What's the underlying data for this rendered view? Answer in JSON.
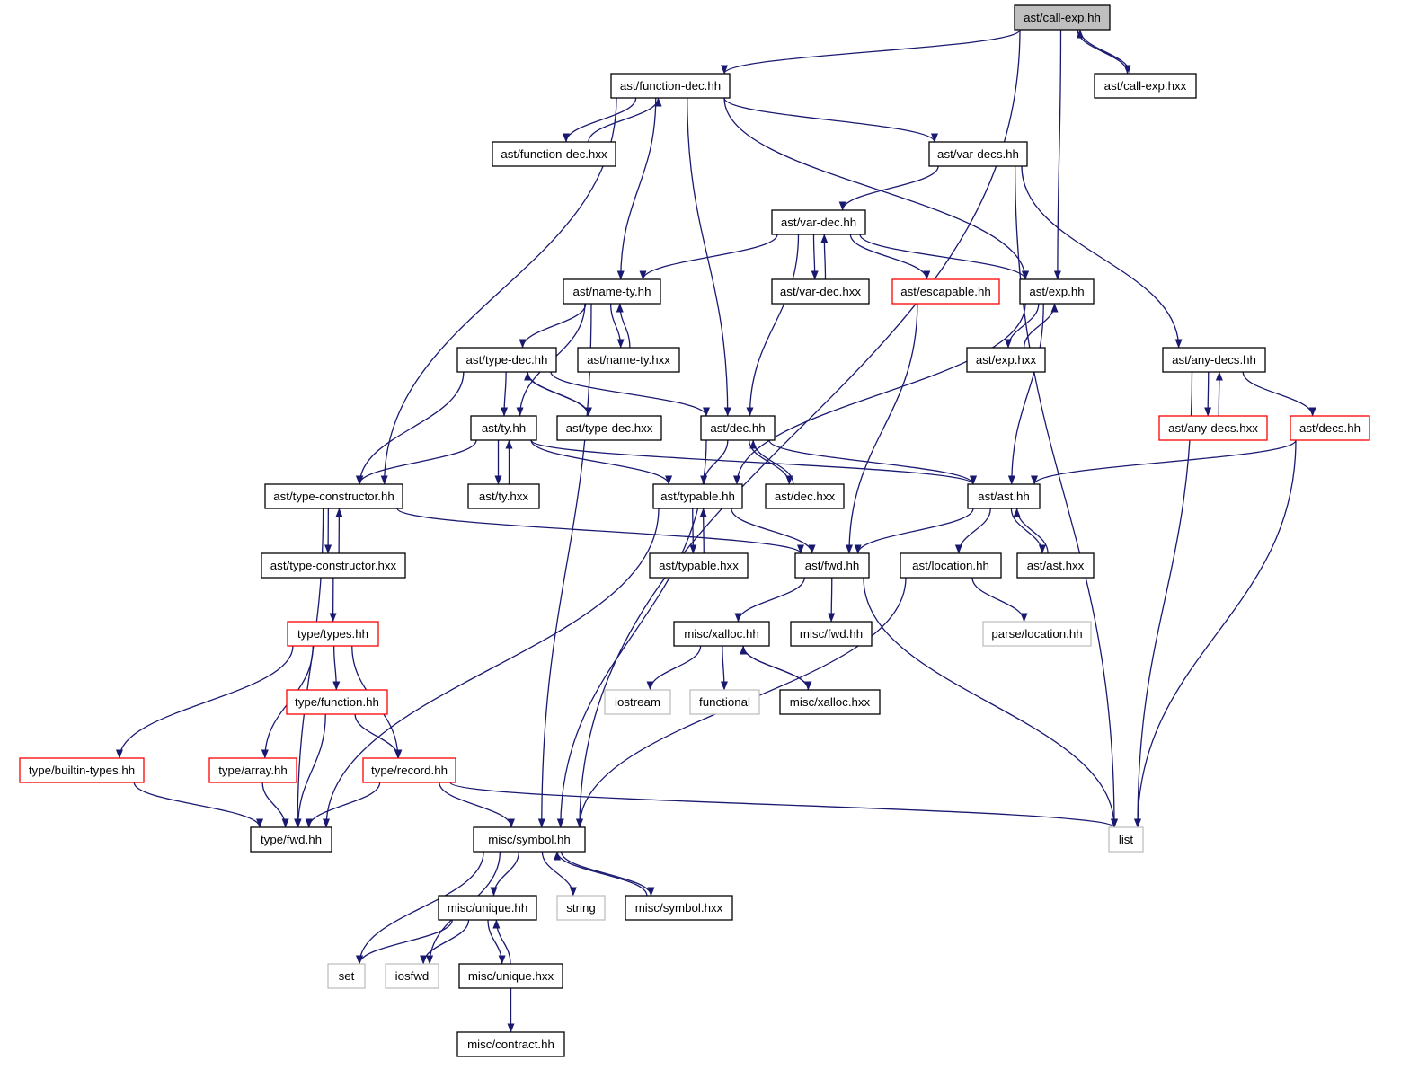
{
  "colors": {
    "edge": "#191970",
    "root_fill": "#bfbfbf",
    "node_border": "#000000",
    "truncated_border": "#ff0000",
    "external_border": "#bfbfbf",
    "text": "#000000"
  },
  "nodes": [
    {
      "id": "call_exp_hh",
      "label": "ast/call-exp.hh",
      "kind": "root"
    },
    {
      "id": "call_exp_hxx",
      "label": "ast/call-exp.hxx",
      "kind": "normal"
    },
    {
      "id": "function_dec_hh",
      "label": "ast/function-dec.hh",
      "kind": "normal"
    },
    {
      "id": "function_dec_hxx",
      "label": "ast/function-dec.hxx",
      "kind": "normal"
    },
    {
      "id": "var_decs_hh",
      "label": "ast/var-decs.hh",
      "kind": "normal"
    },
    {
      "id": "var_dec_hh",
      "label": "ast/var-dec.hh",
      "kind": "normal"
    },
    {
      "id": "name_ty_hh",
      "label": "ast/name-ty.hh",
      "kind": "normal"
    },
    {
      "id": "var_dec_hxx",
      "label": "ast/var-dec.hxx",
      "kind": "normal"
    },
    {
      "id": "escapable_hh",
      "label": "ast/escapable.hh",
      "kind": "truncated"
    },
    {
      "id": "exp_hh",
      "label": "ast/exp.hh",
      "kind": "normal"
    },
    {
      "id": "type_dec_hh",
      "label": "ast/type-dec.hh",
      "kind": "normal"
    },
    {
      "id": "name_ty_hxx",
      "label": "ast/name-ty.hxx",
      "kind": "normal"
    },
    {
      "id": "exp_hxx",
      "label": "ast/exp.hxx",
      "kind": "normal"
    },
    {
      "id": "any_decs_hh",
      "label": "ast/any-decs.hh",
      "kind": "normal"
    },
    {
      "id": "ty_hh",
      "label": "ast/ty.hh",
      "kind": "normal"
    },
    {
      "id": "type_dec_hxx",
      "label": "ast/type-dec.hxx",
      "kind": "normal"
    },
    {
      "id": "dec_hh",
      "label": "ast/dec.hh",
      "kind": "normal"
    },
    {
      "id": "any_decs_hxx",
      "label": "ast/any-decs.hxx",
      "kind": "truncated"
    },
    {
      "id": "decs_hh",
      "label": "ast/decs.hh",
      "kind": "truncated"
    },
    {
      "id": "type_constructor_hh",
      "label": "ast/type-constructor.hh",
      "kind": "normal"
    },
    {
      "id": "ty_hxx",
      "label": "ast/ty.hxx",
      "kind": "normal"
    },
    {
      "id": "typable_hh",
      "label": "ast/typable.hh",
      "kind": "normal"
    },
    {
      "id": "dec_hxx",
      "label": "ast/dec.hxx",
      "kind": "normal"
    },
    {
      "id": "ast_hh",
      "label": "ast/ast.hh",
      "kind": "normal"
    },
    {
      "id": "type_constructor_hxx",
      "label": "ast/type-constructor.hxx",
      "kind": "normal"
    },
    {
      "id": "fwd_hh",
      "label": "ast/fwd.hh",
      "kind": "normal"
    },
    {
      "id": "typable_hxx",
      "label": "ast/typable.hxx",
      "kind": "normal"
    },
    {
      "id": "location_hh",
      "label": "ast/location.hh",
      "kind": "normal"
    },
    {
      "id": "ast_hxx",
      "label": "ast/ast.hxx",
      "kind": "normal"
    },
    {
      "id": "types_hh",
      "label": "type/types.hh",
      "kind": "truncated"
    },
    {
      "id": "xalloc_hh",
      "label": "misc/xalloc.hh",
      "kind": "normal"
    },
    {
      "id": "misc_fwd_hh",
      "label": "misc/fwd.hh",
      "kind": "normal"
    },
    {
      "id": "parse_location_hh",
      "label": "parse/location.hh",
      "kind": "external"
    },
    {
      "id": "type_function_hh",
      "label": "type/function.hh",
      "kind": "truncated"
    },
    {
      "id": "iostream",
      "label": "iostream",
      "kind": "external"
    },
    {
      "id": "functional",
      "label": "functional",
      "kind": "external"
    },
    {
      "id": "xalloc_hxx",
      "label": "misc/xalloc.hxx",
      "kind": "normal"
    },
    {
      "id": "builtin_types_hh",
      "label": "type/builtin-types.hh",
      "kind": "truncated"
    },
    {
      "id": "array_hh",
      "label": "type/array.hh",
      "kind": "truncated"
    },
    {
      "id": "record_hh",
      "label": "type/record.hh",
      "kind": "truncated"
    },
    {
      "id": "type_fwd_hh",
      "label": "type/fwd.hh",
      "kind": "normal"
    },
    {
      "id": "symbol_hh",
      "label": "misc/symbol.hh",
      "kind": "normal"
    },
    {
      "id": "list",
      "label": "list",
      "kind": "external"
    },
    {
      "id": "unique_hh",
      "label": "misc/unique.hh",
      "kind": "normal"
    },
    {
      "id": "string",
      "label": "string",
      "kind": "external"
    },
    {
      "id": "symbol_hxx",
      "label": "misc/symbol.hxx",
      "kind": "normal"
    },
    {
      "id": "set",
      "label": "set",
      "kind": "external"
    },
    {
      "id": "iosfwd",
      "label": "iosfwd",
      "kind": "external"
    },
    {
      "id": "unique_hxx",
      "label": "misc/unique.hxx",
      "kind": "normal"
    },
    {
      "id": "contract_hh",
      "label": "misc/contract.hh",
      "kind": "normal"
    }
  ],
  "edges": [
    [
      "call_exp_hh",
      "function_dec_hh"
    ],
    [
      "call_exp_hh",
      "call_exp_hxx"
    ],
    [
      "call_exp_hh",
      "exp_hh"
    ],
    [
      "call_exp_hh",
      "symbol_hh"
    ],
    [
      "call_exp_hxx",
      "call_exp_hh"
    ],
    [
      "function_dec_hh",
      "function_dec_hxx"
    ],
    [
      "function_dec_hh",
      "var_decs_hh"
    ],
    [
      "function_dec_hh",
      "name_ty_hh"
    ],
    [
      "function_dec_hh",
      "dec_hh"
    ],
    [
      "function_dec_hh",
      "exp_hh"
    ],
    [
      "function_dec_hh",
      "type_constructor_hh"
    ],
    [
      "function_dec_hxx",
      "function_dec_hh"
    ],
    [
      "var_decs_hh",
      "var_dec_hh"
    ],
    [
      "var_decs_hh",
      "any_decs_hh"
    ],
    [
      "var_decs_hh",
      "list"
    ],
    [
      "var_dec_hh",
      "name_ty_hh"
    ],
    [
      "var_dec_hh",
      "var_dec_hxx"
    ],
    [
      "var_dec_hh",
      "escapable_hh"
    ],
    [
      "var_dec_hh",
      "exp_hh"
    ],
    [
      "var_dec_hh",
      "dec_hh"
    ],
    [
      "var_dec_hxx",
      "var_dec_hh"
    ],
    [
      "name_ty_hh",
      "type_dec_hh"
    ],
    [
      "name_ty_hh",
      "name_ty_hxx"
    ],
    [
      "name_ty_hh",
      "ty_hh"
    ],
    [
      "name_ty_hh",
      "symbol_hh"
    ],
    [
      "name_ty_hxx",
      "name_ty_hh"
    ],
    [
      "escapable_hh",
      "fwd_hh"
    ],
    [
      "exp_hh",
      "exp_hxx"
    ],
    [
      "exp_hh",
      "typable_hh"
    ],
    [
      "exp_hh",
      "ast_hh"
    ],
    [
      "exp_hxx",
      "exp_hh"
    ],
    [
      "type_dec_hh",
      "ty_hh"
    ],
    [
      "type_dec_hh",
      "type_dec_hxx"
    ],
    [
      "type_dec_hh",
      "dec_hh"
    ],
    [
      "type_dec_hh",
      "type_constructor_hh"
    ],
    [
      "type_dec_hxx",
      "type_dec_hh"
    ],
    [
      "any_decs_hh",
      "any_decs_hxx"
    ],
    [
      "any_decs_hh",
      "decs_hh"
    ],
    [
      "any_decs_hh",
      "list"
    ],
    [
      "any_decs_hxx",
      "any_decs_hh"
    ],
    [
      "decs_hh",
      "ast_hh"
    ],
    [
      "decs_hh",
      "list"
    ],
    [
      "ty_hh",
      "ty_hxx"
    ],
    [
      "ty_hh",
      "typable_hh"
    ],
    [
      "ty_hh",
      "ast_hh"
    ],
    [
      "ty_hh",
      "type_constructor_hh"
    ],
    [
      "ty_hxx",
      "ty_hh"
    ],
    [
      "dec_hh",
      "typable_hh"
    ],
    [
      "dec_hh",
      "dec_hxx"
    ],
    [
      "dec_hh",
      "ast_hh"
    ],
    [
      "dec_hh",
      "symbol_hh"
    ],
    [
      "dec_hxx",
      "dec_hh"
    ],
    [
      "type_constructor_hh",
      "type_constructor_hxx"
    ],
    [
      "type_constructor_hh",
      "fwd_hh"
    ],
    [
      "type_constructor_hh",
      "type_fwd_hh"
    ],
    [
      "type_constructor_hxx",
      "type_constructor_hh"
    ],
    [
      "type_constructor_hxx",
      "types_hh"
    ],
    [
      "typable_hh",
      "typable_hxx"
    ],
    [
      "typable_hh",
      "fwd_hh"
    ],
    [
      "typable_hh",
      "type_fwd_hh"
    ],
    [
      "typable_hxx",
      "typable_hh"
    ],
    [
      "ast_hh",
      "fwd_hh"
    ],
    [
      "ast_hh",
      "location_hh"
    ],
    [
      "ast_hh",
      "ast_hxx"
    ],
    [
      "ast_hxx",
      "ast_hh"
    ],
    [
      "fwd_hh",
      "xalloc_hh"
    ],
    [
      "fwd_hh",
      "misc_fwd_hh"
    ],
    [
      "fwd_hh",
      "list"
    ],
    [
      "location_hh",
      "parse_location_hh"
    ],
    [
      "location_hh",
      "symbol_hh"
    ],
    [
      "types_hh",
      "type_function_hh"
    ],
    [
      "types_hh",
      "builtin_types_hh"
    ],
    [
      "types_hh",
      "array_hh"
    ],
    [
      "types_hh",
      "record_hh"
    ],
    [
      "xalloc_hh",
      "iostream"
    ],
    [
      "xalloc_hh",
      "functional"
    ],
    [
      "xalloc_hh",
      "xalloc_hxx"
    ],
    [
      "xalloc_hxx",
      "xalloc_hh"
    ],
    [
      "type_function_hh",
      "record_hh"
    ],
    [
      "type_function_hh",
      "type_fwd_hh"
    ],
    [
      "builtin_types_hh",
      "type_fwd_hh"
    ],
    [
      "array_hh",
      "type_fwd_hh"
    ],
    [
      "record_hh",
      "type_fwd_hh"
    ],
    [
      "record_hh",
      "symbol_hh"
    ],
    [
      "record_hh",
      "list"
    ],
    [
      "symbol_hh",
      "unique_hh"
    ],
    [
      "symbol_hh",
      "string"
    ],
    [
      "symbol_hh",
      "symbol_hxx"
    ],
    [
      "symbol_hh",
      "set"
    ],
    [
      "symbol_hh",
      "iosfwd"
    ],
    [
      "symbol_hxx",
      "symbol_hh"
    ],
    [
      "unique_hh",
      "set"
    ],
    [
      "unique_hh",
      "iosfwd"
    ],
    [
      "unique_hh",
      "unique_hxx"
    ],
    [
      "unique_hxx",
      "unique_hh"
    ],
    [
      "unique_hxx",
      "contract_hh"
    ]
  ]
}
